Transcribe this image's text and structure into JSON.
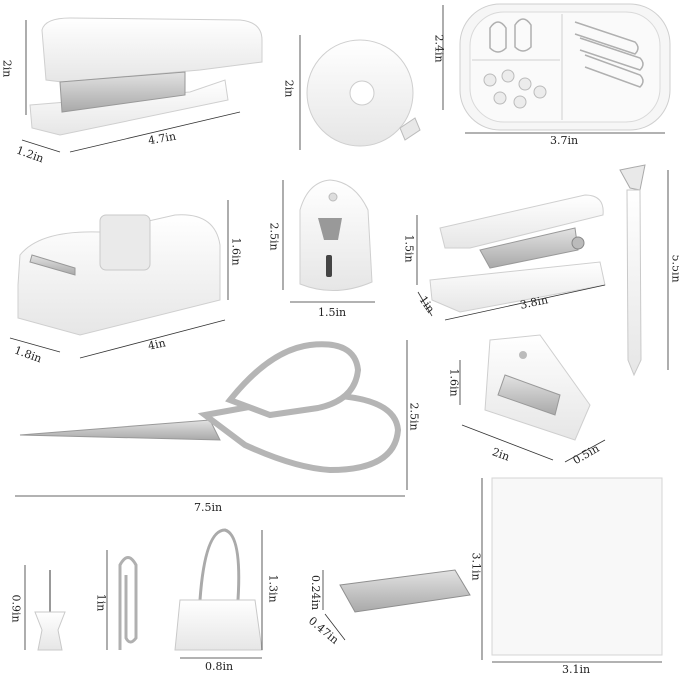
{
  "items": [
    {
      "name": "stapler",
      "dims": [
        "2in",
        "1.2in",
        "4.7in"
      ]
    },
    {
      "name": "tape-measure",
      "dims": [
        "2in"
      ]
    },
    {
      "name": "clip-box",
      "dims": [
        "2.4in",
        "3.7in"
      ]
    },
    {
      "name": "tape-dispenser",
      "dims": [
        "1.6in",
        "1.8in",
        "4in"
      ]
    },
    {
      "name": "pencil-sharpener",
      "dims": [
        "2.5in",
        "1.5in"
      ]
    },
    {
      "name": "hole-punch",
      "dims": [
        "1.5in",
        "1in",
        "3.8in"
      ]
    },
    {
      "name": "pen",
      "dims": [
        "5.5in"
      ]
    },
    {
      "name": "scissors",
      "dims": [
        "2.5in",
        "7.5in"
      ]
    },
    {
      "name": "staple-remover",
      "dims": [
        "1.6in",
        "2in",
        "0.5in"
      ]
    },
    {
      "name": "push-pin",
      "dims": [
        "0.9in"
      ]
    },
    {
      "name": "paper-clip",
      "dims": [
        "1in"
      ]
    },
    {
      "name": "binder-clip",
      "dims": [
        "1.3in",
        "0.8in"
      ]
    },
    {
      "name": "staples",
      "dims": [
        "0.24in",
        "0.47in"
      ]
    },
    {
      "name": "sticky-notes",
      "dims": [
        "3.1in",
        "3.1in"
      ]
    }
  ],
  "colors": {
    "product": "#f4f4f4",
    "outline": "#cfcfcf",
    "metal": "#b9b9b9",
    "grip": "#9c9c9c",
    "line": "#333333"
  }
}
